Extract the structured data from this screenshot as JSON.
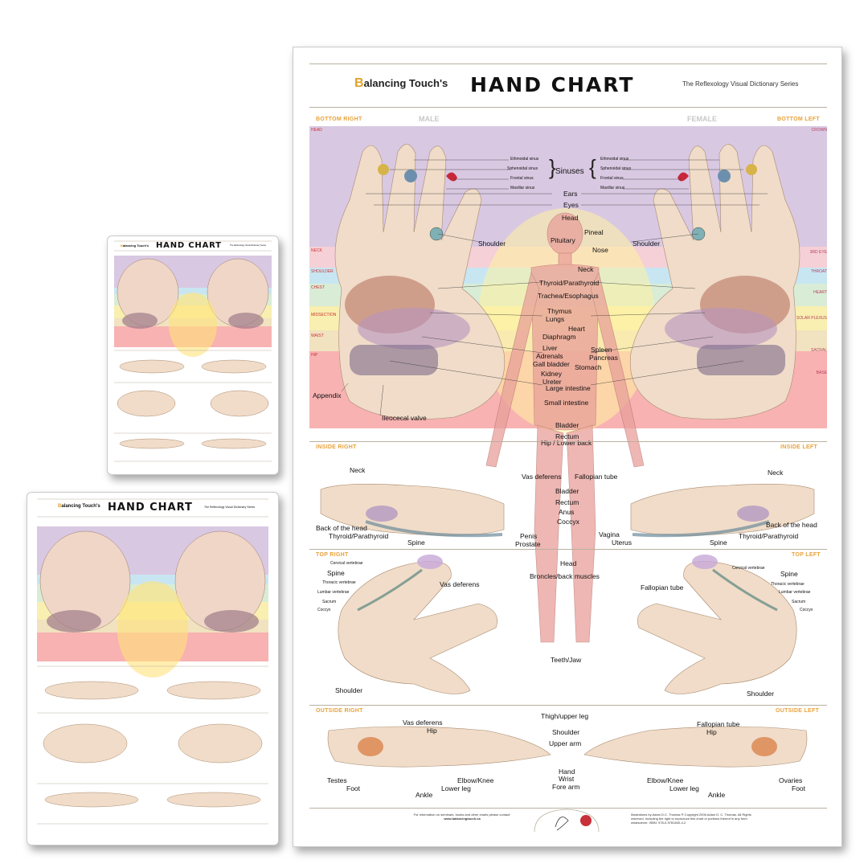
{
  "brand": {
    "initial": "B",
    "rest": "alancing Touch's"
  },
  "title": "HAND CHART",
  "series": "The Reflexology Visual Dictionary Series",
  "sections": {
    "bottom_right": "BOTTOM RIGHT",
    "male": "MALE",
    "female": "FEMALE",
    "bottom_left": "BOTTOM LEFT",
    "inside_right": "INSIDE RIGHT",
    "inside_left": "INSIDE  LEFT",
    "top_right": "TOP RIGHT",
    "top_left": "TOP LEFT",
    "outside_right": "OUTSIDE RIGHT",
    "outside_left": "OUTSIDE LEFT"
  },
  "zones_left": [
    "HEAD",
    "NECK",
    "SHOULDER",
    "CHEST",
    "MIDSECTION",
    "WAIST",
    "HIP"
  ],
  "zones_right": [
    "CROWN",
    "3RD EYE",
    "THROAT",
    "HEART",
    "SOLAR PLEXUS",
    "SACRAL",
    "BASE"
  ],
  "bottom_labels": {
    "sinus_small": [
      "Ethmoidal sinus",
      "Sphenoidal sinus",
      "Frontal sinus",
      "Maxillar sinus"
    ],
    "sinuses": "Sinuses",
    "center": [
      "Ears",
      "Eyes",
      "Head",
      "Pineal",
      "Pituitary",
      "Nose",
      "Neck",
      "Thyroid/Parathyroid",
      "Trachea/Esophagus",
      "Thymus",
      "Lungs",
      "Heart",
      "Diaphragm",
      "Liver",
      "Spleen",
      "Adrenals",
      "Pancreas",
      "Gall bladder",
      "Stomach",
      "Kidney",
      "Ureter",
      "Large intestine",
      "Small intestine",
      "Bladder",
      "Rectum",
      "Hip / Lower back"
    ],
    "shoulder": "Shoulder",
    "appendix": "Appendix",
    "ileocecal": "Ileocecal valve"
  },
  "inside_labels": {
    "neck": "Neck",
    "vas_deferens": "Vas deferens",
    "fallopian": "Fallopian tube",
    "bladder": "Bladder",
    "rectum": "Rectum",
    "anus": "Anus",
    "coccyx": "Coccyx",
    "back_head": "Back of the head",
    "thyroid": "Thyroid/Parathyroid",
    "spine": "Spine",
    "penis": "Penis",
    "prostate": "Prostate",
    "vagina": "Vagina",
    "uterus": "Uterus"
  },
  "top_labels": {
    "cervical": "Cervical vertebrae",
    "thoracic": "Thoracic vertebrae",
    "lumbar": "Lumbar vertebrae",
    "sacrum": "Sacrum",
    "coccyx": "Coccyx",
    "head": "Head",
    "broncles": "Broncles/back muscles",
    "vas_deferens": "Vas deferens",
    "fallopian": "Fallopian tube",
    "spine": "Spine",
    "teeth": "Teeth/Jaw",
    "shoulder": "Shoulder"
  },
  "outside_labels": {
    "thigh": "Thigh/upper leg",
    "vas_deferens": "Vas deferens",
    "hip": "Hip",
    "shoulder": "Shoulder",
    "upper_arm": "Upper arm",
    "fallopian": "Fallopian tube",
    "hand": "Hand",
    "wrist": "Wrist",
    "fore_arm": "Fore arm",
    "testes": "Testes",
    "foot": "Foot",
    "ankle": "Ankle",
    "lower_leg": "Lower leg",
    "elbow": "Elbow/Knee",
    "ovaries": "Ovaries"
  },
  "footer": {
    "left": "For information on seminars, books and other charts please contact:",
    "url": "www.balancingtouch.ca",
    "right": "Illustrations by Adam D.C. Thomas ® Copyright 2006 Adam D. C. Thomas. All Rights reserved. Including the right to reproduce this chart or portions thereof in any form whatsoever. ISBN: 978-0-9781840-4-2"
  },
  "colors": {
    "accent": "#e8a23b",
    "head": "#d9c8e2",
    "neck": "#f5d0d6",
    "shoulder": "#c8e6f2",
    "chest": "#d9ecd6",
    "midsection": "#f8efb0",
    "waist": "#f1e2c0",
    "hip": "#f8b2b2"
  }
}
